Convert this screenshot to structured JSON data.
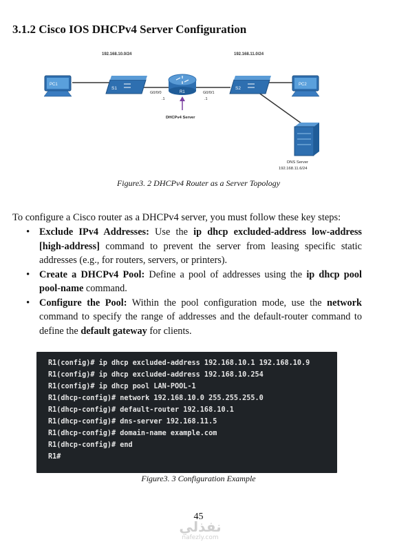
{
  "heading": "3.1.2 Cisco IOS DHCPv4 Server Configuration",
  "topology": {
    "subnet_left": "192.168.10.0/24",
    "subnet_right": "192.168.11.0/24",
    "pc1": "PC1",
    "pc2": "PC2",
    "s1": "S1",
    "s2": "S2",
    "r1": "R1",
    "if_left": "G0/0/0",
    "if_left_ip": ".1",
    "if_right": "G0/0/1",
    "if_right_ip": ".1",
    "dhcp_label": "DHCPv4 Server",
    "dns_label": "DNS Server",
    "dns_ip": "192.168.11.6/24"
  },
  "figure1_caption": "Figure3. 2 DHCPv4 Router as a Server Topology",
  "intro": "To configure a Cisco router as a DHCPv4 server, you must follow these key steps:",
  "steps": [
    {
      "b1": "Exclude IPv4 Addresses:",
      "t1": " Use the ",
      "b2": "ip dhcp excluded-address low-address [high-address]",
      "t2": " command to prevent the server from leasing specific static addresses (e.g., for routers, servers, or printers)."
    },
    {
      "b1": "Create a DHCPv4 Pool:",
      "t1": " Define a pool of addresses using the ",
      "b2": "ip dhcp pool pool-name",
      "t2": " command."
    },
    {
      "b1": "Configure the Pool:",
      "t1": " Within the pool configuration mode, use the ",
      "b2": "network",
      "t2": " command to specify the range of addresses and the default-router command to define the ",
      "b3": "default gateway",
      "t3": " for clients."
    }
  ],
  "code_lines": [
    "R1(config)# ip dhcp excluded-address 192.168.10.1 192.168.10.9",
    "R1(config)# ip dhcp excluded-address 192.168.10.254",
    "R1(config)# ip dhcp pool LAN-POOL-1",
    "R1(dhcp-config)# network 192.168.10.0 255.255.255.0",
    "R1(dhcp-config)# default-router 192.168.10.1",
    "R1(dhcp-config)# dns-server 192.168.11.5",
    "R1(dhcp-config)# domain-name example.com",
    "R1(dhcp-config)# end",
    "R1#"
  ],
  "figure2_caption": "Figure3. 3 Configuration Example",
  "page_number": "45",
  "watermark": {
    "arabic": "نفذلي",
    "latin": "nafezly.com"
  }
}
